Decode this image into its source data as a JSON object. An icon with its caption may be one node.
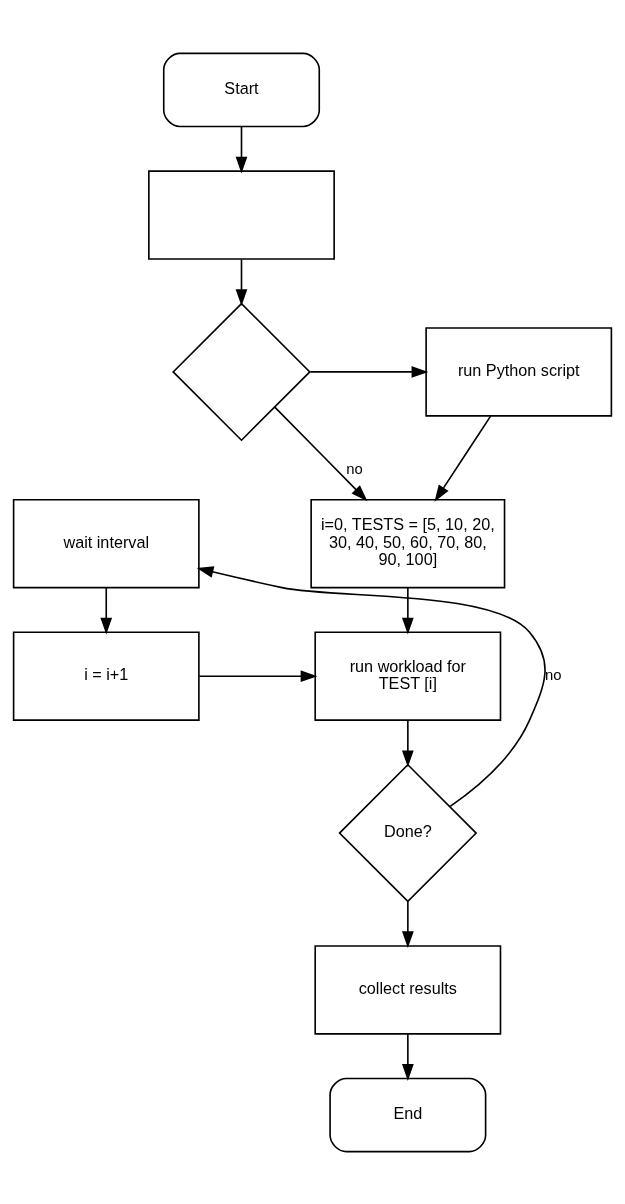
{
  "diagram": {
    "nodes": [
      {
        "text": [
          "Start"
        ]
      },
      {
        "text": [],
        "shape": "box"
      },
      {
        "text": [],
        "shape": "diamond"
      },
      {
        "text": [
          "run Python script"
        ]
      },
      {
        "text": [
          "i=0, TESTS = [5, 10, 20, 30, 40, 50, 60, 70, 80, 90, 100]"
        ]
      },
      {
        "text": [
          "wait interval"
        ]
      },
      {
        "text": [
          "i = i+1"
        ]
      },
      {
        "text": [
          "run workload for TEST [i]"
        ]
      },
      {
        "text": [
          "Done?"
        ]
      },
      {
        "text": [
          "collect results"
        ]
      },
      {
        "text": [
          "End"
        ]
      }
    ],
    "edges": [
      {
        "from": 0,
        "to": 1,
        "arrow": "to"
      },
      {
        "from": 1,
        "to": 2,
        "arrow": "to"
      },
      {
        "from": 2,
        "to": 3,
        "arrow": "to"
      },
      {
        "from": 2,
        "to": 4,
        "arrow": "to",
        "label": "no"
      },
      {
        "from": 3,
        "to": 4,
        "arrow": "to"
      },
      {
        "from": 4,
        "to": 7,
        "arrow": "to"
      },
      {
        "from": 5,
        "to": 6,
        "arrow": "to"
      },
      {
        "from": 6,
        "to": 7,
        "arrow": "to"
      },
      {
        "from": 7,
        "to": 8,
        "arrow": "to"
      },
      {
        "from": 8,
        "to": 5,
        "arrow": "to",
        "label": "no"
      },
      {
        "from": 8,
        "to": 9,
        "arrow": "to"
      },
      {
        "from": 9,
        "to": 10,
        "arrow": "to"
      }
    ]
  }
}
